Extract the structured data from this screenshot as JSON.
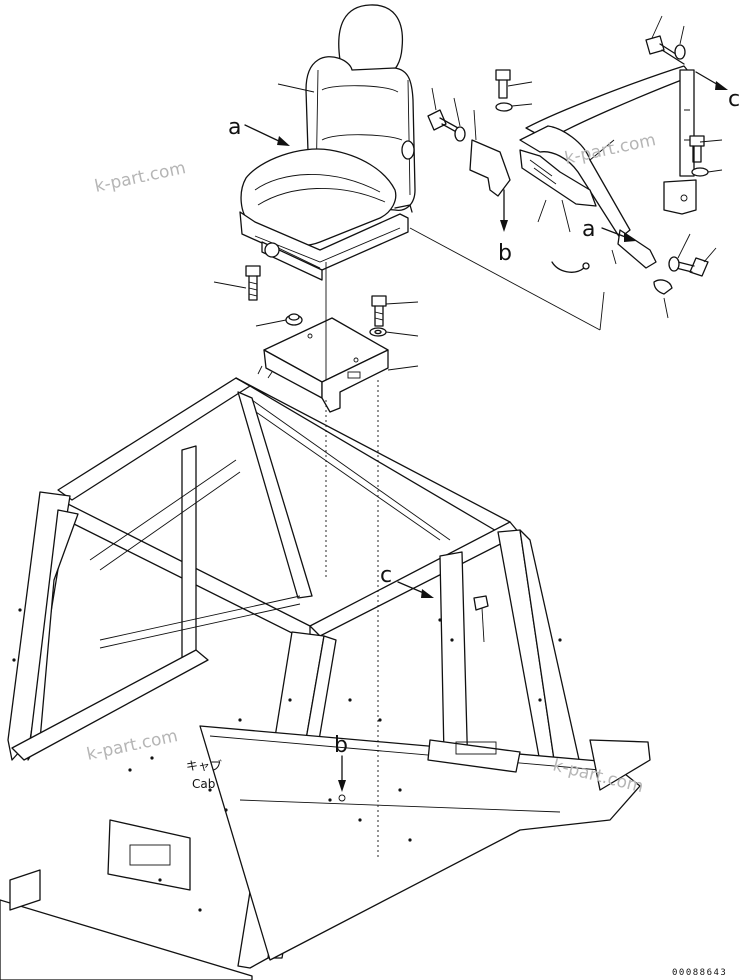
{
  "labels": {
    "a_seat": "a",
    "a_belt": "a",
    "b_top": "b",
    "b_floor": "b",
    "c_belt": "c",
    "c_cab": "c"
  },
  "cab_label": {
    "jp": "キャブ",
    "en": "Cab"
  },
  "watermarks": [
    "k-part.com",
    "k-part.com",
    "k-part.com",
    "k-part.com"
  ],
  "doc_number": "00088643"
}
